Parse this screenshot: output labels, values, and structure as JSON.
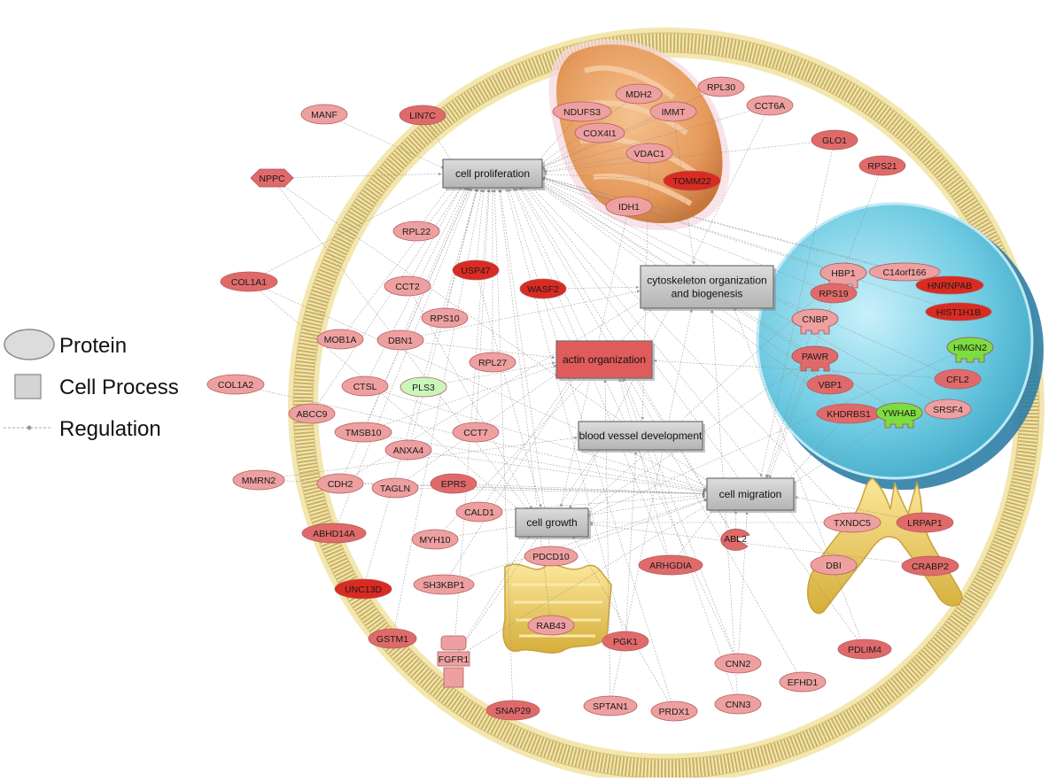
{
  "legend": {
    "protein": "Protein",
    "cell_process": "Cell Process",
    "regulation": "Regulation"
  },
  "colors": {
    "cell_ring": "#c8b468",
    "mitochondrion": "#e8a468",
    "nucleus": "#6cc6dc",
    "er_golgi": "#e6c65a",
    "process_fill": "#bdbdbd",
    "process_highlight": "#e25b5b",
    "protein_dark": "#d92b22",
    "protein_mid": "#e06a6a",
    "protein_light": "#eea0a0",
    "protein_green": "#7ddc3f",
    "protein_pale_green": "#c9f7b9",
    "edge": "#8a8a8a"
  },
  "processes": [
    {
      "id": "cell_proliferation",
      "lines": [
        "cell proliferation"
      ],
      "highlight": false
    },
    {
      "id": "cytoskeleton",
      "lines": [
        "cytoskeleton organization",
        "and biogenesis"
      ],
      "highlight": false
    },
    {
      "id": "actin",
      "lines": [
        "actin organization"
      ],
      "highlight": true
    },
    {
      "id": "blood_vessel",
      "lines": [
        "blood vessel development"
      ],
      "highlight": false
    },
    {
      "id": "cell_migration",
      "lines": [
        "cell migration"
      ],
      "highlight": false
    },
    {
      "id": "cell_growth",
      "lines": [
        "cell growth"
      ],
      "highlight": false
    }
  ],
  "proteins": [
    {
      "label": "MDH2",
      "shade": "light"
    },
    {
      "label": "NDUFS3",
      "shade": "light"
    },
    {
      "label": "RPL30",
      "shade": "light"
    },
    {
      "label": "IMMT",
      "shade": "light"
    },
    {
      "label": "CCT6A",
      "shade": "light"
    },
    {
      "label": "COX4I1",
      "shade": "light"
    },
    {
      "label": "MANF",
      "shade": "light"
    },
    {
      "label": "LIN7C",
      "shade": "mid"
    },
    {
      "label": "GLO1",
      "shade": "mid"
    },
    {
      "label": "VDAC1",
      "shade": "light"
    },
    {
      "label": "RPS21",
      "shade": "mid"
    },
    {
      "label": "NPPC",
      "shade": "mid"
    },
    {
      "label": "TOMM22",
      "shade": "dark"
    },
    {
      "label": "IDH1",
      "shade": "light"
    },
    {
      "label": "RPL22",
      "shade": "light"
    },
    {
      "label": "HBP1",
      "shade": "light"
    },
    {
      "label": "C14orf166",
      "shade": "light"
    },
    {
      "label": "COL1A1",
      "shade": "mid"
    },
    {
      "label": "USP47",
      "shade": "dark"
    },
    {
      "label": "WASF2",
      "shade": "dark"
    },
    {
      "label": "CCT2",
      "shade": "light"
    },
    {
      "label": "RPS19",
      "shade": "mid"
    },
    {
      "label": "HNRNPAB",
      "shade": "dark"
    },
    {
      "label": "HIST1H1B",
      "shade": "dark"
    },
    {
      "label": "CNBP",
      "shade": "light"
    },
    {
      "label": "RPS10",
      "shade": "light"
    },
    {
      "label": "MOB1A",
      "shade": "light"
    },
    {
      "label": "DBN1",
      "shade": "light"
    },
    {
      "label": "HMGN2",
      "shade": "green"
    },
    {
      "label": "RPL27",
      "shade": "light"
    },
    {
      "label": "PAWR",
      "shade": "mid"
    },
    {
      "label": "COL1A2",
      "shade": "light"
    },
    {
      "label": "CTSL",
      "shade": "light"
    },
    {
      "label": "PLS3",
      "shade": "palegreen"
    },
    {
      "label": "VBP1",
      "shade": "mid"
    },
    {
      "label": "CFL2",
      "shade": "mid"
    },
    {
      "label": "ABCC9",
      "shade": "light"
    },
    {
      "label": "SRSF4",
      "shade": "light"
    },
    {
      "label": "KHDRBS1",
      "shade": "mid"
    },
    {
      "label": "YWHAB",
      "shade": "green"
    },
    {
      "label": "TMSB10",
      "shade": "light"
    },
    {
      "label": "CCT7",
      "shade": "light"
    },
    {
      "label": "ANXA4",
      "shade": "light"
    },
    {
      "label": "MMRN2",
      "shade": "light"
    },
    {
      "label": "CDH2",
      "shade": "light"
    },
    {
      "label": "TAGLN",
      "shade": "light"
    },
    {
      "label": "EPRS",
      "shade": "mid"
    },
    {
      "label": "CALD1",
      "shade": "light"
    },
    {
      "label": "TXNDC5",
      "shade": "light"
    },
    {
      "label": "LRPAP1",
      "shade": "mid"
    },
    {
      "label": "ABHD14A",
      "shade": "mid"
    },
    {
      "label": "MYH10",
      "shade": "light"
    },
    {
      "label": "ABL2",
      "shade": "mid"
    },
    {
      "label": "CRABP2",
      "shade": "mid"
    },
    {
      "label": "ARHGDIA",
      "shade": "mid"
    },
    {
      "label": "DBI",
      "shade": "light"
    },
    {
      "label": "PDCD10",
      "shade": "light"
    },
    {
      "label": "UNC13D",
      "shade": "dark"
    },
    {
      "label": "SH3KBP1",
      "shade": "light"
    },
    {
      "label": "RAB43",
      "shade": "light"
    },
    {
      "label": "GSTM1",
      "shade": "mid"
    },
    {
      "label": "PGK1",
      "shade": "mid"
    },
    {
      "label": "PDLIM4",
      "shade": "mid"
    },
    {
      "label": "FGFR1",
      "shade": "light"
    },
    {
      "label": "CNN2",
      "shade": "light"
    },
    {
      "label": "EFHD1",
      "shade": "light"
    },
    {
      "label": "SNAP29",
      "shade": "mid"
    },
    {
      "label": "SPTAN1",
      "shade": "light"
    },
    {
      "label": "PRDX1",
      "shade": "light"
    },
    {
      "label": "CNN3",
      "shade": "light"
    }
  ]
}
